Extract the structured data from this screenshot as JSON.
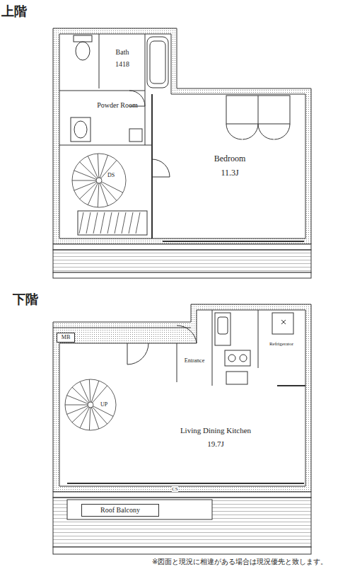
{
  "diagram": {
    "nodes": [
      {
        "text": [
          "上階"
        ]
      },
      {
        "text": [
          "Bath",
          "1418"
        ],
        "in": 0
      },
      {
        "text": [
          "Powder Room"
        ],
        "in": 0
      },
      {
        "text": [
          "Bedroom",
          "11.3J"
        ],
        "in": 0
      },
      {
        "text": [
          "下階"
        ]
      },
      {
        "text": [
          "MB"
        ],
        "in": 4
      },
      {
        "text": [
          "Entrance"
        ],
        "in": 4
      },
      {
        "text": [
          "Refrigerator"
        ],
        "in": 4
      },
      {
        "text": [
          "Living Dining Kitchen",
          "19.7J"
        ],
        "in": 4
      },
      {
        "text": [
          "Roof Balcony"
        ],
        "in": 4
      }
    ],
    "labels": [
      "DS",
      "UP",
      "CS",
      "※図面と現況に相違がある場合は現況優先と致します。"
    ]
  }
}
